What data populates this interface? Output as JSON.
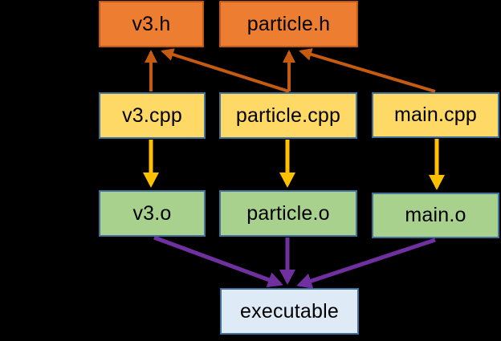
{
  "diagram": {
    "title": "C++ compilation dependency diagram",
    "background": "#000000",
    "nodes": {
      "v3_h": {
        "label": "v3.h",
        "kind": "header-file"
      },
      "particle_h": {
        "label": "particle.h",
        "kind": "header-file"
      },
      "v3_cpp": {
        "label": "v3.cpp",
        "kind": "source-file"
      },
      "particle_cpp": {
        "label": "particle.cpp",
        "kind": "source-file"
      },
      "main_cpp": {
        "label": "main.cpp",
        "kind": "source-file"
      },
      "v3_o": {
        "label": "v3.o",
        "kind": "object-file"
      },
      "particle_o": {
        "label": "particle.o",
        "kind": "object-file"
      },
      "main_o": {
        "label": "main.o",
        "kind": "object-file"
      },
      "executable": {
        "label": "executable",
        "kind": "executable"
      }
    },
    "edges": [
      {
        "from": "v3.cpp",
        "to": "v3.h",
        "relation": "includes",
        "color": "#C55A11"
      },
      {
        "from": "particle.cpp",
        "to": "v3.h",
        "relation": "includes",
        "color": "#C55A11"
      },
      {
        "from": "particle.cpp",
        "to": "particle.h",
        "relation": "includes",
        "color": "#C55A11"
      },
      {
        "from": "main.cpp",
        "to": "particle.h",
        "relation": "includes",
        "color": "#C55A11"
      },
      {
        "from": "v3.cpp",
        "to": "v3.o",
        "relation": "compiles-to",
        "color": "#FFC000"
      },
      {
        "from": "particle.cpp",
        "to": "particle.o",
        "relation": "compiles-to",
        "color": "#FFC000"
      },
      {
        "from": "main.cpp",
        "to": "main.o",
        "relation": "compiles-to",
        "color": "#FFC000"
      },
      {
        "from": "v3.o",
        "to": "executable",
        "relation": "links-into",
        "color": "#7030A0"
      },
      {
        "from": "particle.o",
        "to": "executable",
        "relation": "links-into",
        "color": "#7030A0"
      },
      {
        "from": "main.o",
        "to": "executable",
        "relation": "links-into",
        "color": "#7030A0"
      }
    ],
    "colors": {
      "header_fill": "#ED7D31",
      "header_border": "#BF5B17",
      "source_fill": "#FFD966",
      "object_fill": "#A9D18E",
      "executable_fill": "#DEEBF7",
      "box_border": "#41719C",
      "include_arrow": "#C55A11",
      "compile_arrow": "#FFC000",
      "link_arrow": "#7030A0",
      "text": "#000000"
    }
  }
}
